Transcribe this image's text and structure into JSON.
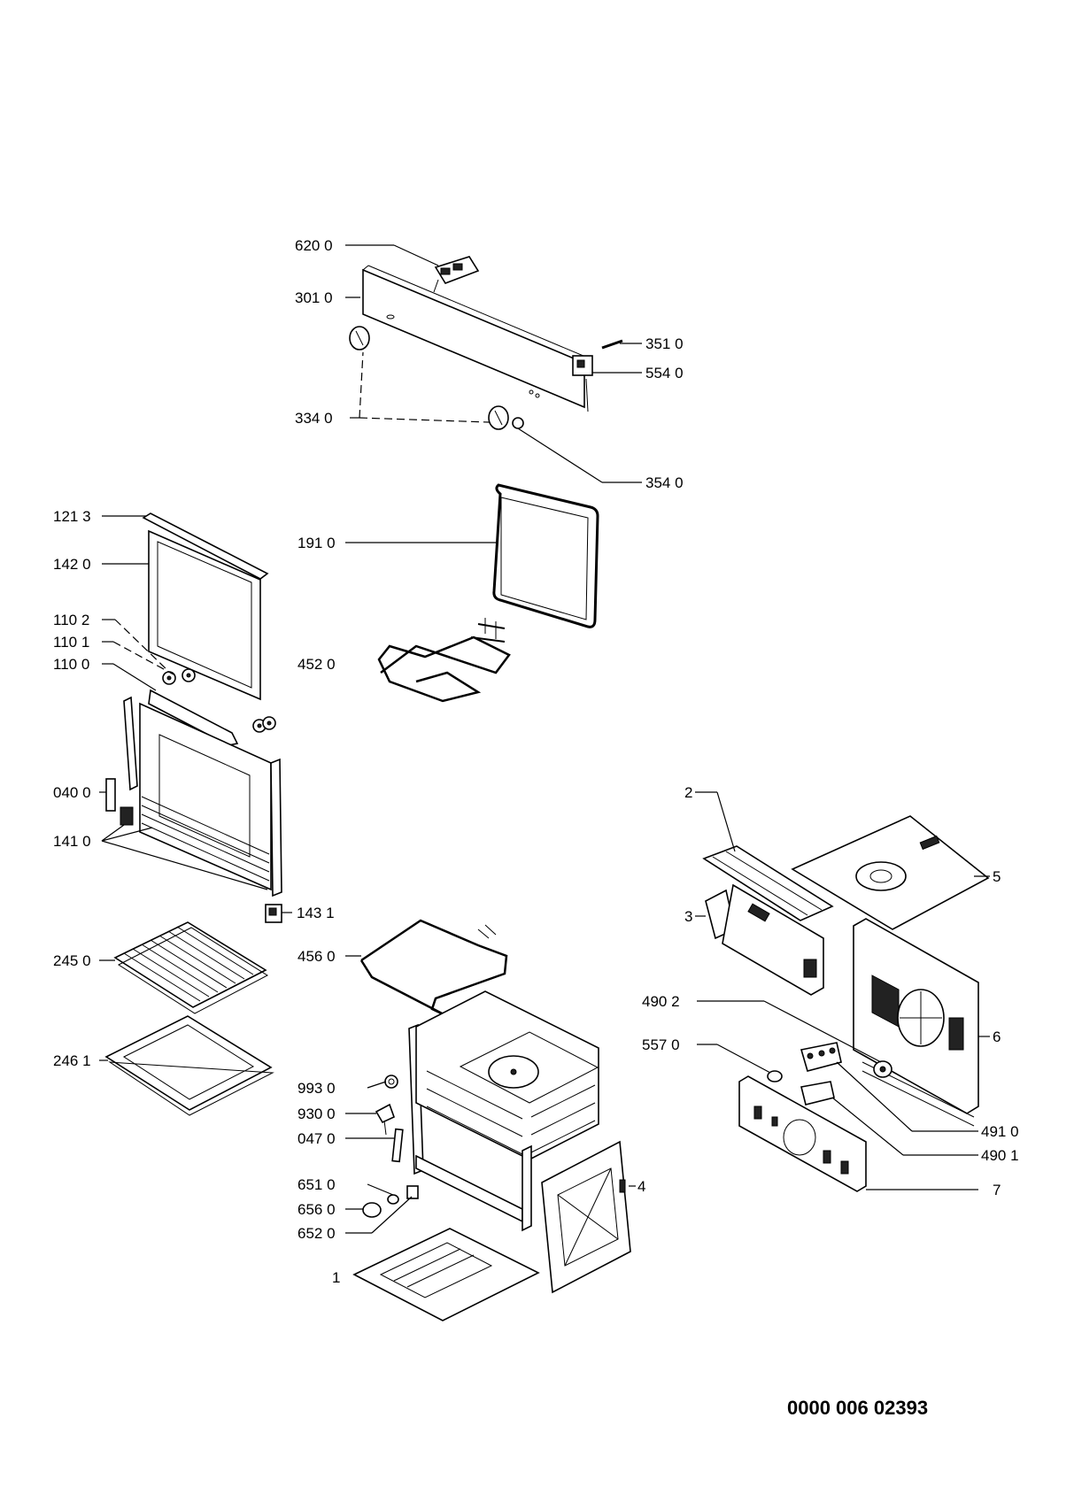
{
  "diagram": {
    "labels": {
      "l6200": "620 0",
      "l3010": "301 0",
      "l3510": "351 0",
      "l5540": "554 0",
      "l3340": "334 0",
      "l3540": "354 0",
      "l1213": "121 3",
      "l1910": "191 0",
      "l1420": "142 0",
      "l1102": "110 2",
      "l1101": "110 1",
      "l1100": "110 0",
      "l4520": "452 0",
      "l0400": "040 0",
      "l1410": "141 0",
      "l1431": "143 1",
      "l2450": "245 0",
      "l4560": "456 0",
      "l2461": "246 1",
      "l9930": "993 0",
      "l9300": "930 0",
      "l0470": "047 0",
      "l6510": "651 0",
      "l6560": "656 0",
      "l6520": "652 0",
      "l1": "1",
      "l4": "4",
      "l2": "2",
      "l3": "3",
      "l5": "5",
      "l6": "6",
      "l4902": "490 2",
      "l5570": "557 0",
      "l4910": "491 0",
      "l4901": "490 1",
      "l7": "7"
    },
    "document_code": "0000 006 02393"
  }
}
